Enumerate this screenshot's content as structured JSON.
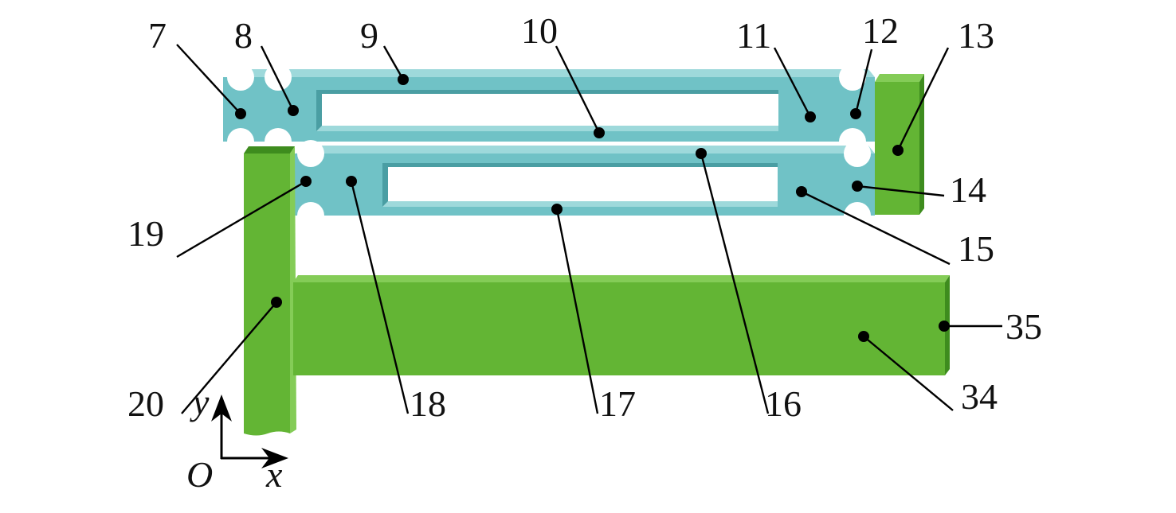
{
  "colors": {
    "flexure_cyan": "#70c2c6",
    "flexure_cyan_light": "#9ed9db",
    "flexure_cyan_dark": "#4a9ea3",
    "rigid_green": "#63b534",
    "rigid_green_light": "#84cc57",
    "rigid_green_dark": "#3e8c1e",
    "background": "#ffffff",
    "ink": "#000000"
  },
  "labels": {
    "l7": "7",
    "l8": "8",
    "l9": "9",
    "l10": "10",
    "l11": "11",
    "l12": "12",
    "l13": "13",
    "l14": "14",
    "l15": "15",
    "l16": "16",
    "l17": "17",
    "l18": "18",
    "l19": "19",
    "l20": "20",
    "l34": "34",
    "l35": "35"
  },
  "axes": {
    "y_label": "y",
    "x_label": "x",
    "origin_label": "O"
  }
}
